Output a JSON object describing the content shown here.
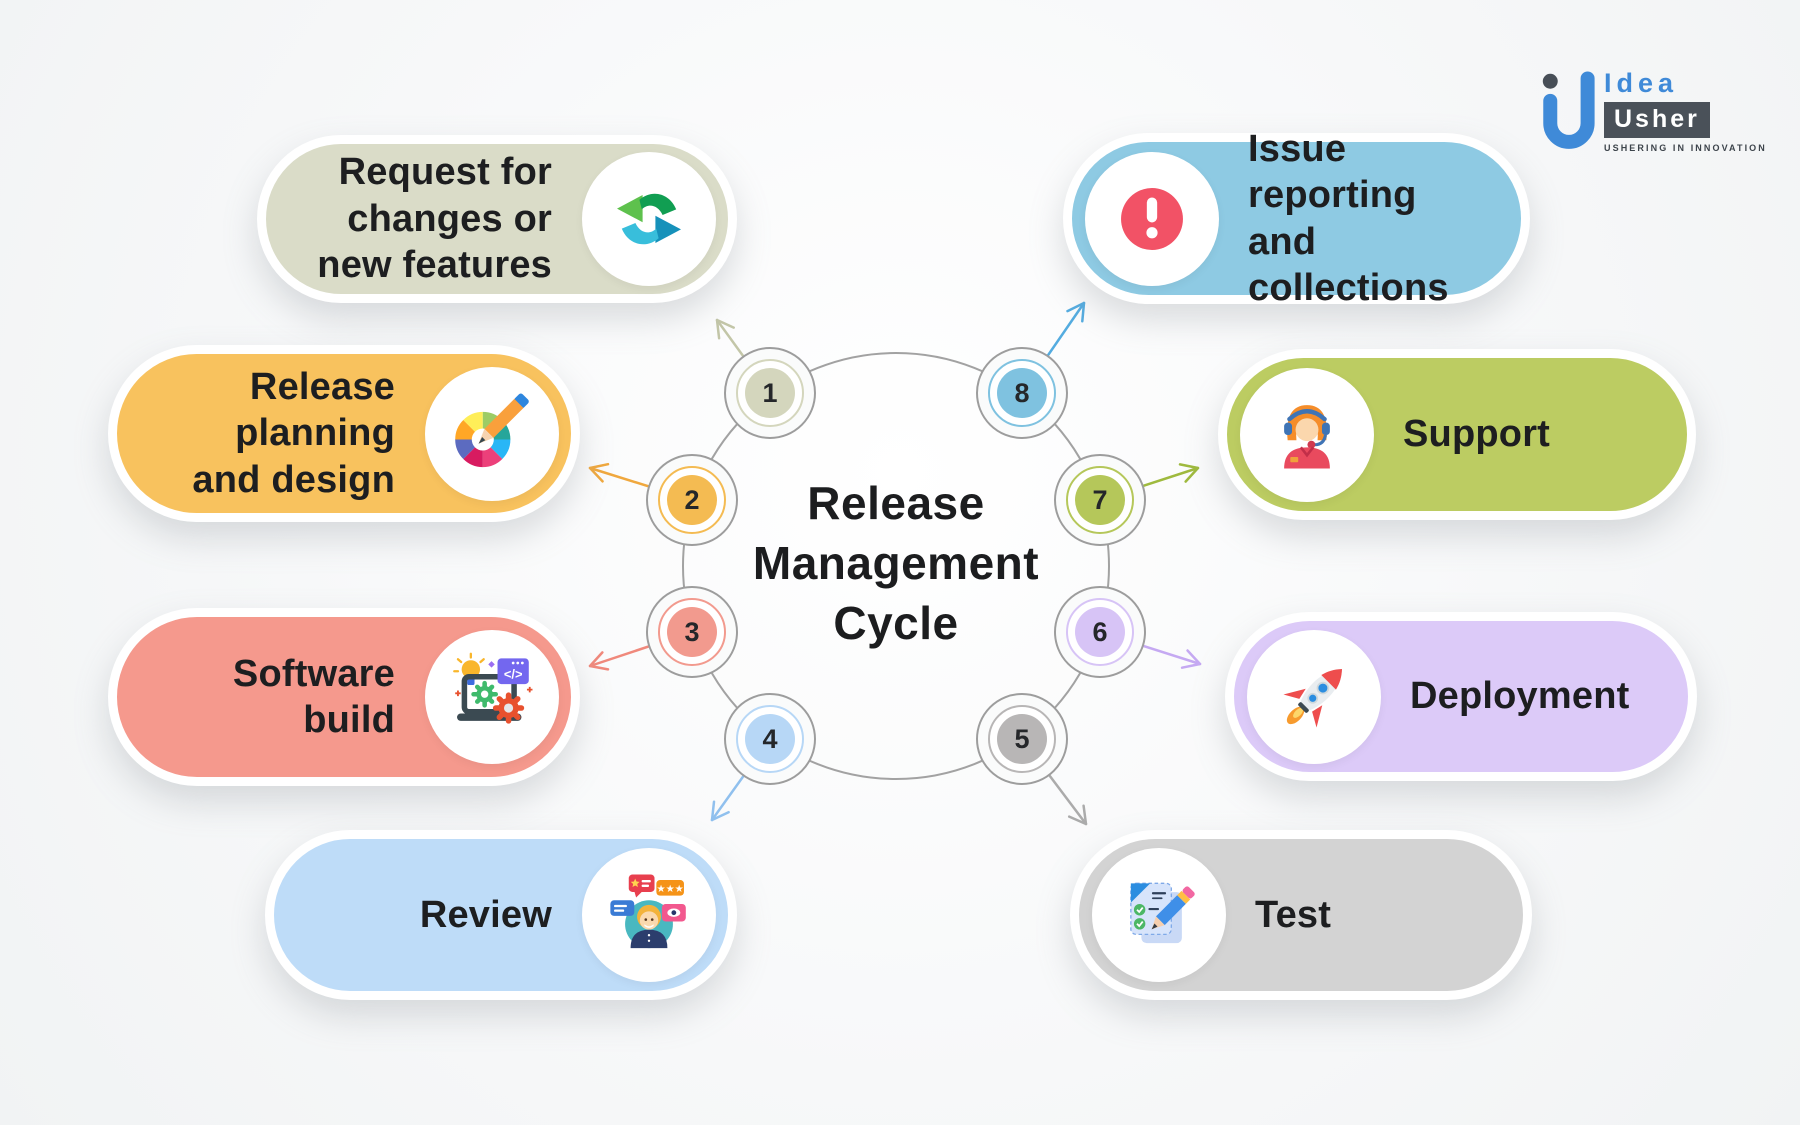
{
  "title": "Release\nManagement\nCycle",
  "logo": {
    "idea": "Idea",
    "usher": "Usher",
    "tagline": "USHERING IN INNOVATION",
    "brand_blue": "#3f8ad8",
    "brand_dark": "#4a5159"
  },
  "steps": [
    {
      "number": "1",
      "label": "Request for\nchanges or\nnew features",
      "icon": "sync-arrows-icon",
      "pill_color": "#dadcc8",
      "badge_color": "#d4d6bd",
      "arrow_color": "#c3c6a8"
    },
    {
      "number": "2",
      "label": "Release\nplanning\nand design",
      "icon": "design-palette-icon",
      "pill_color": "#f8c25e",
      "badge_color": "#f4bb52",
      "arrow_color": "#f0a83e"
    },
    {
      "number": "3",
      "label": "Software build",
      "icon": "software-build-icon",
      "pill_color": "#f5998d",
      "badge_color": "#f29a8e",
      "arrow_color": "#f0897c"
    },
    {
      "number": "4",
      "label": "Review",
      "icon": "review-feedback-icon",
      "pill_color": "#bedcf8",
      "badge_color": "#b7d7f6",
      "arrow_color": "#90c0ee"
    },
    {
      "number": "5",
      "label": "Test",
      "icon": "test-checklist-icon",
      "pill_color": "#d3d3d3",
      "badge_color": "#b8b6b6",
      "arrow_color": "#ababab"
    },
    {
      "number": "6",
      "label": "Deployment",
      "icon": "rocket-icon",
      "pill_color": "#dccaf8",
      "badge_color": "#d7c4f6",
      "arrow_color": "#c5a9f2"
    },
    {
      "number": "7",
      "label": "Support",
      "icon": "support-agent-icon",
      "pill_color": "#bccc62",
      "badge_color": "#b5c75a",
      "arrow_color": "#9fba3e"
    },
    {
      "number": "8",
      "label": "Issue reporting\nand collections",
      "icon": "issue-alert-icon",
      "pill_color": "#8ecae3",
      "badge_color": "#7fc2e0",
      "arrow_color": "#54ace0"
    }
  ]
}
